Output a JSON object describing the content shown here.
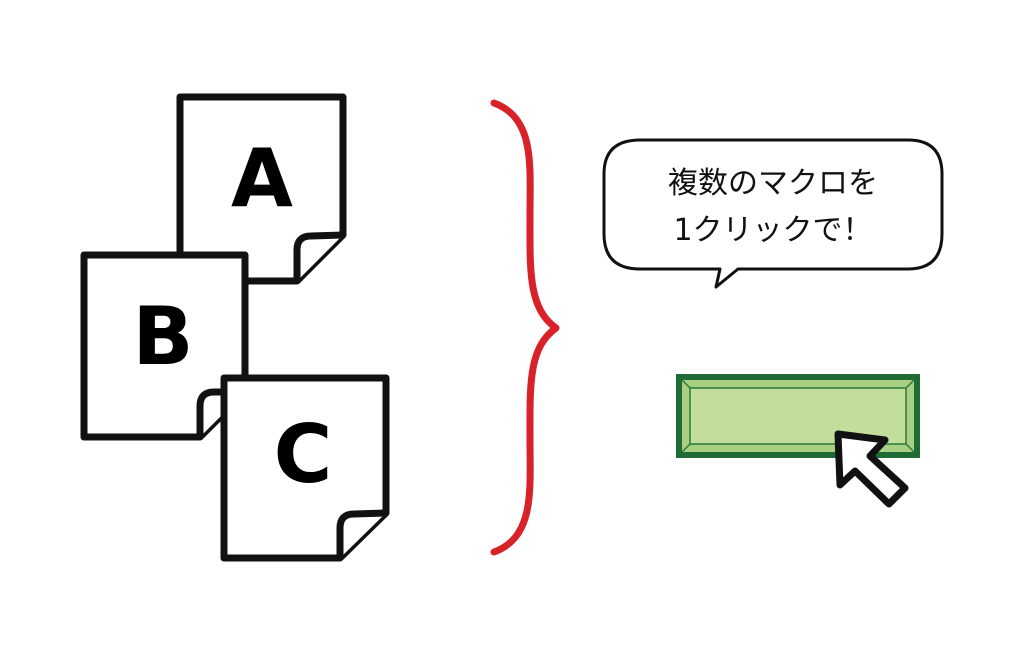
{
  "documents": [
    {
      "letter": "A"
    },
    {
      "letter": "B"
    },
    {
      "letter": "C"
    }
  ],
  "speech_bubble": {
    "line1": "複数のマクロを",
    "line2": "1クリックで！"
  },
  "colors": {
    "brace": "#d8222a",
    "button_fill": "#c3dd9c",
    "button_border": "#1f6b35",
    "outline": "#111111"
  },
  "icons": {
    "brace": "curly-brace-icon",
    "cursor": "mouse-pointer-icon"
  }
}
